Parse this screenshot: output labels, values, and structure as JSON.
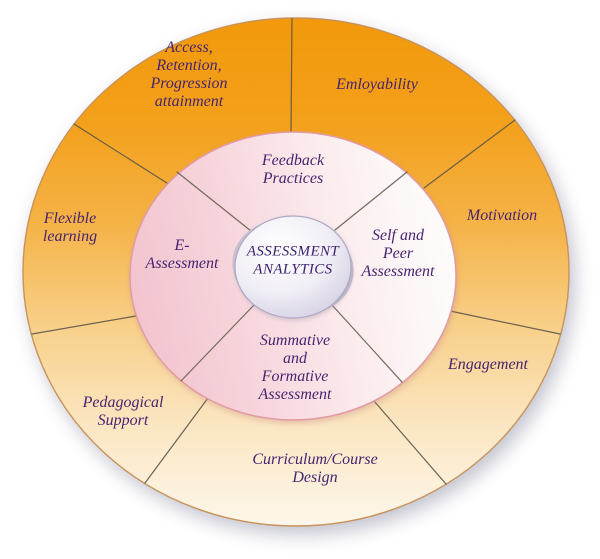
{
  "figure": {
    "name": "assessment-analytics-wheel",
    "center": {
      "label": "ASSESSMENT\nANALYTICS"
    },
    "inner_ring": {
      "segments": [
        {
          "name": "feedback-practices",
          "label": "Feedback\nPractices"
        },
        {
          "name": "self-and-peer-assessment",
          "label": "Self and\nPeer\nAssessment"
        },
        {
          "name": "summative-and-formative-assessment",
          "label": "Summative\nand\nFormative\nAssessment"
        },
        {
          "name": "e-assessment",
          "label": "E-\nAssessment"
        }
      ]
    },
    "outer_ring": {
      "segments": [
        {
          "name": "access-retention-progression-attainment",
          "label": "Access,\nRetention,\nProgression\nattainment"
        },
        {
          "name": "employability",
          "label": "Emloyability"
        },
        {
          "name": "motivation",
          "label": "Motivation"
        },
        {
          "name": "engagement",
          "label": "Engagement"
        },
        {
          "name": "curriculum-course-design",
          "label": "Curriculum/Course\nDesign"
        },
        {
          "name": "pedagogical-support",
          "label": "Pedagogical\nSupport"
        },
        {
          "name": "flexible-learning",
          "label": "Flexible\nlearning"
        }
      ]
    },
    "colors": {
      "outer_ring_top": "#F2990B",
      "outer_ring_upper": "#F3A01A",
      "outer_ring_mid": "#F5B246",
      "outer_ring_lower": "#F8CF87",
      "outer_ring_soft": "#FBE6C2",
      "outer_ring_bottom": "#FDF7EB",
      "inner_disc_left": "#F2C3CE",
      "inner_disc_midleft": "#F6D3DA",
      "inner_disc_mid": "#FBE9EB",
      "inner_disc_right": "#FDF7F7",
      "inner_disc_edge": "#FEFCFC",
      "center_circle_light": "#FFFFFF",
      "center_circle_mid": "#F1EFF6",
      "center_circle_shade": "#DBD7E8",
      "center_circle_dark": "#C9C4DC",
      "label_text": "#482470",
      "divider_line": "#5E574A",
      "disc_border": "#E19BA2",
      "outer_border": "#C8935A"
    }
  }
}
